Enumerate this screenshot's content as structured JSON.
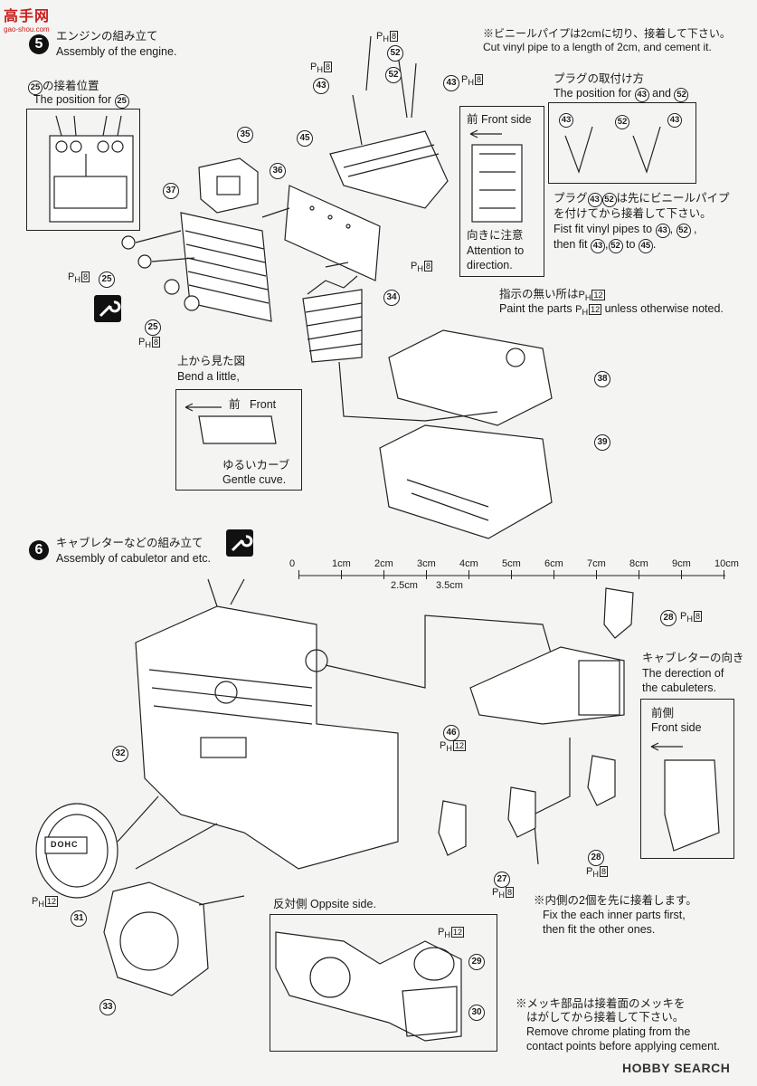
{
  "watermark": {
    "top_logo_main": "高手网",
    "top_logo_sub": "gao-shou.com",
    "bottom_logo": "HOBBY SEARCH"
  },
  "step5": {
    "number": "5",
    "title_jp": "エンジンの組み立て",
    "title_en": "Assembly of the engine.",
    "vinyl_note_jp": "※ビニールパイプは2cmに切り、接着して下さい。",
    "vinyl_note_en": "Cut vinyl pipe to a length of 2cm, and cement it.",
    "part25_pos_jp": "の接着位置",
    "part25_pos_en": "The position for",
    "plug_jp": "プラグの取付け方",
    "plug_en_prefix": "The position for",
    "plug_en_and": "and",
    "plug_note_jp1": "プラグ",
    "plug_note_jp2": "は先にビニールパイプ",
    "plug_note_jp3": "を付けてから接着して下さい。",
    "plug_note_en1": "Fist fit vinyl pipes to",
    "plug_note_en2": "then fit",
    "plug_note_en3": "to",
    "front_side_jp": "前",
    "front_side_en": "Front side",
    "attention_jp": "向きに注意",
    "attention_en1": "Attention to",
    "attention_en2": "direction.",
    "paint_note_jp": "指示の無い所は",
    "paint_note_en1": "Paint the parts",
    "paint_note_en2": "unless otherwise noted.",
    "top_view_jp": "上から見た図",
    "top_view_en": "Bend a little,",
    "front_jp": "前",
    "front_en": "Front",
    "curve_jp": "ゆるいカーブ",
    "curve_en": "Gentle cuve."
  },
  "step6": {
    "number": "6",
    "title_jp": "キャブレターなどの組み立て",
    "title_en": "Assembly of cabuletor and etc.",
    "ruler_labels": [
      "0",
      "1cm",
      "2cm",
      "3cm",
      "4cm",
      "5cm",
      "6cm",
      "7cm",
      "8cm",
      "9cm",
      "10cm"
    ],
    "ruler_sub_labels": [
      "2.5cm",
      "3.5cm"
    ],
    "carb_dir_jp": "キャブレターの向き",
    "carb_dir_en1": "The derection of",
    "carb_dir_en2": "the cabuleters.",
    "front_side_jp": "前側",
    "front_side_en": "Front side",
    "inner_jp": "※内側の2個を先に接着します。",
    "inner_en1": "Fix the each inner parts first,",
    "inner_en2": "then fit the other ones.",
    "opposite_side": "反対側 Oppsite side.",
    "chrome_jp1": "※メッキ部品は接着面のメッキを",
    "chrome_jp2": "はがしてから接着して下さい。",
    "chrome_en1": "Remove chrome plating from the",
    "chrome_en2": "contact points before applying cement.",
    "cover_label": "DOHC"
  },
  "parts": {
    "p25": "25",
    "p27": "27",
    "p28": "28",
    "p29": "29",
    "p30": "30",
    "p31": "31",
    "p32": "32",
    "p33": "33",
    "p34": "34",
    "p35": "35",
    "p36": "36",
    "p37": "37",
    "p38": "38",
    "p39": "39",
    "p43": "43",
    "p45": "45",
    "p46": "46",
    "p52": "52"
  },
  "paint": {
    "prefix": "P",
    "sub": "H",
    "c8": "8",
    "c12": "12"
  }
}
